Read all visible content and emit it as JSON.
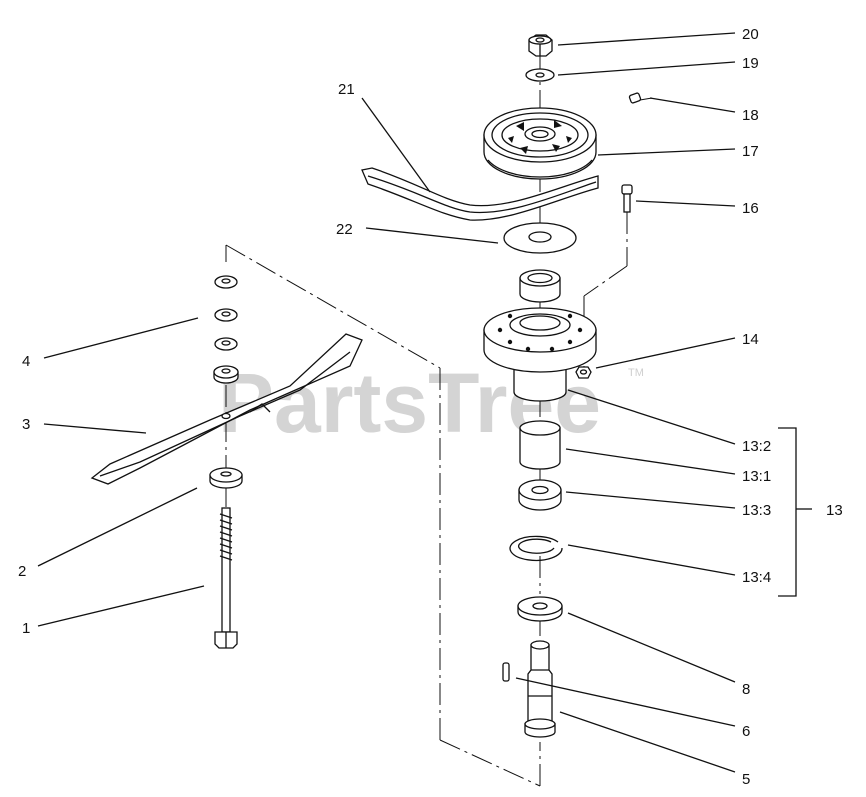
{
  "watermark": {
    "text": "PartsTree",
    "mark": "TM"
  },
  "callouts": [
    {
      "id": "c20",
      "text": "20"
    },
    {
      "id": "c19",
      "text": "19"
    },
    {
      "id": "c18",
      "text": "18"
    },
    {
      "id": "c17",
      "text": "17"
    },
    {
      "id": "c21",
      "text": "21"
    },
    {
      "id": "c16",
      "text": "16"
    },
    {
      "id": "c22",
      "text": "22"
    },
    {
      "id": "c14",
      "text": "14"
    },
    {
      "id": "c4",
      "text": "4"
    },
    {
      "id": "c3",
      "text": "3"
    },
    {
      "id": "c13_2",
      "text": "13:2"
    },
    {
      "id": "c13_1",
      "text": "13:1"
    },
    {
      "id": "c13_3",
      "text": "13:3"
    },
    {
      "id": "c13",
      "text": "13"
    },
    {
      "id": "c13_4",
      "text": "13:4"
    },
    {
      "id": "c2",
      "text": "2"
    },
    {
      "id": "c1",
      "text": "1"
    },
    {
      "id": "c8",
      "text": "8"
    },
    {
      "id": "c6",
      "text": "6"
    },
    {
      "id": "c5",
      "text": "5"
    }
  ]
}
